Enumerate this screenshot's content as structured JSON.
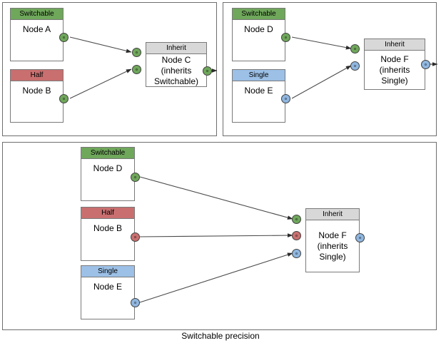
{
  "figure": {
    "caption": "Switchable precision"
  },
  "panels": [
    {
      "id": "panel-top-left",
      "nodes": [
        {
          "id": "node-a",
          "header": "Switchable",
          "header_color": "#6fa75b",
          "body": "Node A"
        },
        {
          "id": "node-b",
          "header": "Half",
          "header_color": "#c96f6f",
          "body": "Node B"
        },
        {
          "id": "node-c",
          "header": "Inherit",
          "header_color": "#d8d8d8",
          "body": "Node C\n(inherits\nSwitchable)"
        }
      ],
      "ports": [
        {
          "id": "port-a-out",
          "color": "green"
        },
        {
          "id": "port-b-out",
          "color": "green"
        },
        {
          "id": "port-c-in-1",
          "color": "green"
        },
        {
          "id": "port-c-in-2",
          "color": "green"
        },
        {
          "id": "port-c-out",
          "color": "green"
        }
      ],
      "edges": [
        {
          "from": "node-a",
          "to": "node-c"
        },
        {
          "from": "node-b",
          "to": "node-c"
        },
        {
          "from": "node-c",
          "to": "external"
        }
      ]
    },
    {
      "id": "panel-top-right",
      "nodes": [
        {
          "id": "node-d",
          "header": "Switchable",
          "header_color": "#6fa75b",
          "body": "Node D"
        },
        {
          "id": "node-e",
          "header": "Single",
          "header_color": "#9cc0e6",
          "body": "Node E"
        },
        {
          "id": "node-f",
          "header": "Inherit",
          "header_color": "#d8d8d8",
          "body": "Node F\n(inherits\nSingle)"
        }
      ],
      "ports": [
        {
          "id": "port-d-out",
          "color": "green"
        },
        {
          "id": "port-e-out",
          "color": "blue"
        },
        {
          "id": "port-f-in-1",
          "color": "green"
        },
        {
          "id": "port-f-in-2",
          "color": "blue"
        },
        {
          "id": "port-f-out",
          "color": "blue"
        }
      ],
      "edges": [
        {
          "from": "node-d",
          "to": "node-f"
        },
        {
          "from": "node-e",
          "to": "node-f"
        },
        {
          "from": "node-f",
          "to": "external"
        }
      ]
    },
    {
      "id": "panel-bottom",
      "nodes": [
        {
          "id": "node-d2",
          "header": "Switchable",
          "header_color": "#6fa75b",
          "body": "Node D"
        },
        {
          "id": "node-b2",
          "header": "Half",
          "header_color": "#c96f6f",
          "body": "Node B"
        },
        {
          "id": "node-e2",
          "header": "Single",
          "header_color": "#9cc0e6",
          "body": "Node E"
        },
        {
          "id": "node-f2",
          "header": "Inherit",
          "header_color": "#d8d8d8",
          "body": "Node F\n(inherits\nSingle)"
        }
      ],
      "ports": [
        {
          "id": "port-d2-out",
          "color": "green"
        },
        {
          "id": "port-b2-out",
          "color": "red"
        },
        {
          "id": "port-e2-out",
          "color": "blue"
        },
        {
          "id": "port-f2-in-1",
          "color": "green"
        },
        {
          "id": "port-f2-in-2",
          "color": "red"
        },
        {
          "id": "port-f2-in-3",
          "color": "blue"
        },
        {
          "id": "port-f2-out",
          "color": "blue"
        }
      ],
      "edges": [
        {
          "from": "node-d2",
          "to": "node-f2"
        },
        {
          "from": "node-b2",
          "to": "node-f2"
        },
        {
          "from": "node-e2",
          "to": "node-f2"
        }
      ]
    }
  ],
  "labels": {
    "switchable": "Switchable",
    "half": "Half",
    "single": "Single",
    "inherit": "Inherit",
    "node_a": "Node A",
    "node_b": "Node B",
    "node_c_line1": "Node C",
    "node_c_line2": "(inherits",
    "node_c_line3": "Switchable)",
    "node_d": "Node D",
    "node_e": "Node E",
    "node_f_line1": "Node F",
    "node_f_line2": "(inherits",
    "node_f_line3": "Single)"
  }
}
